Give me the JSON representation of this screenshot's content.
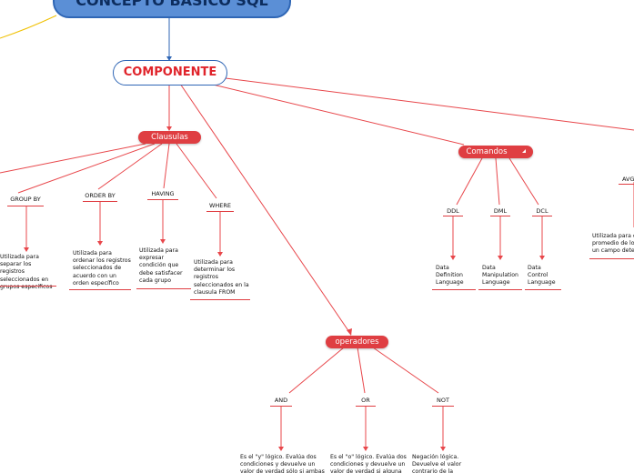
{
  "top": {
    "label": "CONCEPTO BÁSICO SQL"
  },
  "main": {
    "label": "COMPONENTE"
  },
  "clausulas": {
    "label": "Clausulas",
    "items": [
      {
        "name": "GROUP BY",
        "desc": "Utilizada para\nseparar los registros\nseleccionados en\ngrupos específicos"
      },
      {
        "name": "ORDER BY",
        "desc": "Utilizada para\nordenar los registros\nseleccionados de\nacuerdo con un\norden específico"
      },
      {
        "name": "HAVING",
        "desc": "Utilizada para\nexpresar\ncondición que\ndebe satisfacer\ncada grupo"
      },
      {
        "name": "WHERE",
        "desc": "Utilizada para\ndeterminar los\nregistros\nseleccionados en la\nclausula FROM"
      }
    ]
  },
  "comandos": {
    "label": "Comandos",
    "items": [
      {
        "name": "DDL",
        "desc": "Data\nDefinition\nLanguage"
      },
      {
        "name": "DML",
        "desc": "Data\nManipulation\nLanguage"
      },
      {
        "name": "DCL",
        "desc": "Data\nControl\nLanguage"
      }
    ]
  },
  "operadores": {
    "label": "operadores",
    "items": [
      {
        "name": "AND",
        "desc": "Es el \"y\" lógico. Evalúa dos\ncondiciones y devuelve un\nvalor de verdad sólo si ambas"
      },
      {
        "name": "OR",
        "desc": "Es el \"o\" lógico. Evalúa dos\ncondiciones y devuelve un\nvalor de verdad si alguna"
      },
      {
        "name": "NOT",
        "desc": "Negación lógica.\nDevuelve el valor\ncontrario de la"
      }
    ]
  },
  "funciones": {
    "items": [
      {
        "name": "AVG",
        "desc": "Utilizada para ca\npromedio de los\nun campo deter"
      }
    ]
  }
}
